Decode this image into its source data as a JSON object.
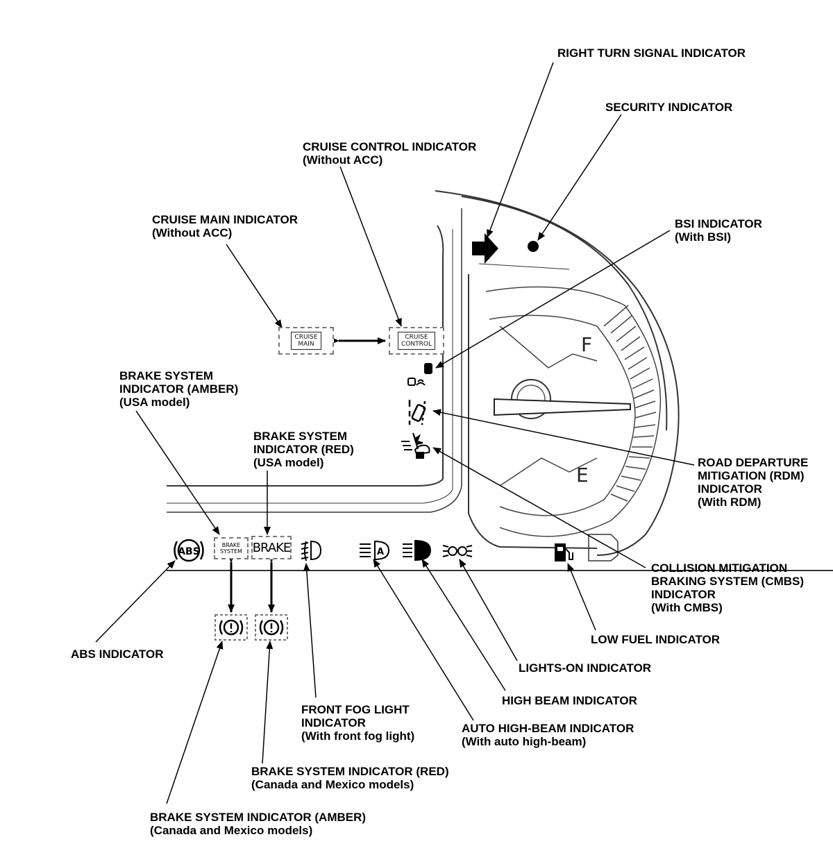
{
  "labels": {
    "right_turn": "RIGHT TURN SIGNAL INDICATOR",
    "security": "SECURITY INDICATOR",
    "cruise_control": [
      "CRUISE CONTROL INDICATOR",
      "(Without ACC)"
    ],
    "cruise_main": [
      "CRUISE MAIN INDICATOR",
      "(Without ACC)"
    ],
    "bsi": [
      "BSI INDICATOR",
      "(With BSI)"
    ],
    "brake_amber_usa": [
      "BRAKE SYSTEM",
      "INDICATOR (AMBER)",
      "(USA model)"
    ],
    "brake_red_usa": [
      "BRAKE SYSTEM",
      "INDICATOR (RED)",
      "(USA model)"
    ],
    "rdm": [
      "ROAD DEPARTURE",
      "MITIGATION (RDM)",
      "INDICATOR",
      "(With RDM)"
    ],
    "cmbs": [
      "COLLISION MITIGATION",
      "BRAKING SYSTEM (CMBS)",
      "INDICATOR",
      "(With CMBS)"
    ],
    "low_fuel": "LOW FUEL INDICATOR",
    "abs": "ABS INDICATOR",
    "lights_on": "LIGHTS-ON INDICATOR",
    "high_beam": "HIGH BEAM INDICATOR",
    "front_fog": [
      "FRONT FOG LIGHT",
      "INDICATOR",
      "(With front fog light)"
    ],
    "auto_high_beam": [
      "AUTO HIGH-BEAM INDICATOR",
      "(With auto high-beam)"
    ],
    "brake_red_canada": [
      "BRAKE SYSTEM INDICATOR (RED)",
      "(Canada and Mexico models)"
    ],
    "brake_amber_canada": [
      "BRAKE SYSTEM INDICATOR (AMBER)",
      "(Canada and Mexico models)"
    ]
  },
  "icons": {
    "cruise_main_text": [
      "CRUISE",
      "MAIN"
    ],
    "cruise_control_text": [
      "CRUISE",
      "CONTROL"
    ],
    "brake_system_text": [
      "BRAKE",
      "SYSTEM"
    ],
    "brake_text": "BRAKE",
    "abs_text": "ABS",
    "gauge_full": "F",
    "gauge_empty": "E"
  }
}
